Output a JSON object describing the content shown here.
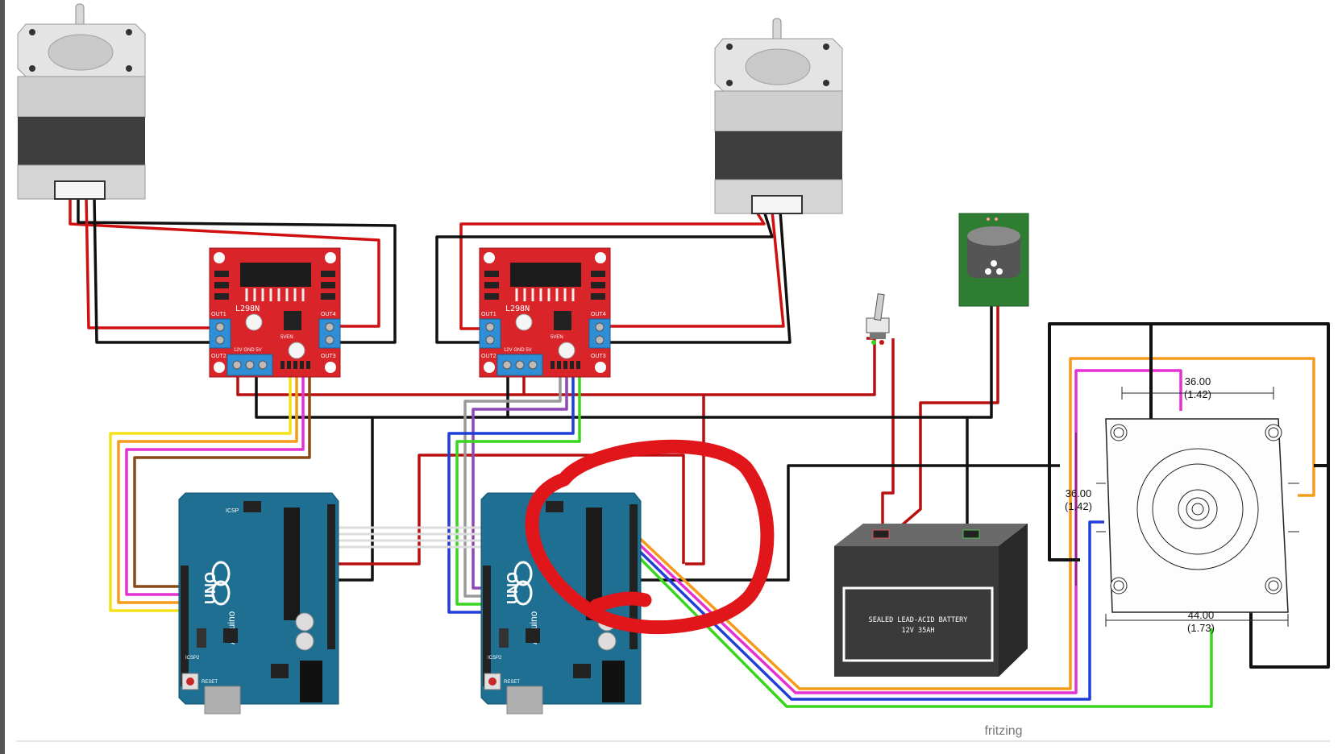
{
  "app": {
    "watermark": "fritzing"
  },
  "colors": {
    "board_red": "#d9252a",
    "arduino_teal": "#1e6f92",
    "wire_red": "#d01010",
    "wire_black": "#111111",
    "wire_yellow": "#f3e21a",
    "wire_orange": "#f59a1a",
    "wire_magenta": "#e531d2",
    "wire_brown": "#8a4a17",
    "wire_blue": "#1f3fd8",
    "wire_green": "#38d61c",
    "wire_purple": "#8d47b6",
    "wire_gray": "#9a9a9a",
    "annotation_red": "#e0161a",
    "regulator_green": "#2e7d32"
  },
  "drivers": [
    {
      "chip": "L298N",
      "out1": "OUT1",
      "out2": "OUT2",
      "out3": "OUT3",
      "out4": "OUT4",
      "power": "12V GND 5V",
      "enable": "5VEN"
    },
    {
      "chip": "L298N",
      "out1": "OUT1",
      "out2": "OUT2",
      "out3": "OUT3",
      "out4": "OUT4",
      "power": "12V GND 5V",
      "enable": "5VEN"
    }
  ],
  "arduinos": [
    {
      "model": "UNO",
      "brand": "Arduino",
      "icsp": "ICSP",
      "reset": "RESET",
      "icsp2": "ICSP2"
    },
    {
      "model": "UNO",
      "brand": "Arduino",
      "icsp": "ICSP",
      "reset": "RESET",
      "icsp2": "ICSP2"
    }
  ],
  "battery": {
    "line1": "SEALED LEAD-ACID BATTERY",
    "line2": "12V 35AH"
  },
  "motor_drawing": {
    "dim_top_mm": "36.00",
    "dim_top_in": "(1.42)",
    "dim_side_mm": "36.00",
    "dim_side_in": "(1.42)",
    "dim_bottom_mm": "44.00",
    "dim_bottom_in": "(1.73)"
  }
}
